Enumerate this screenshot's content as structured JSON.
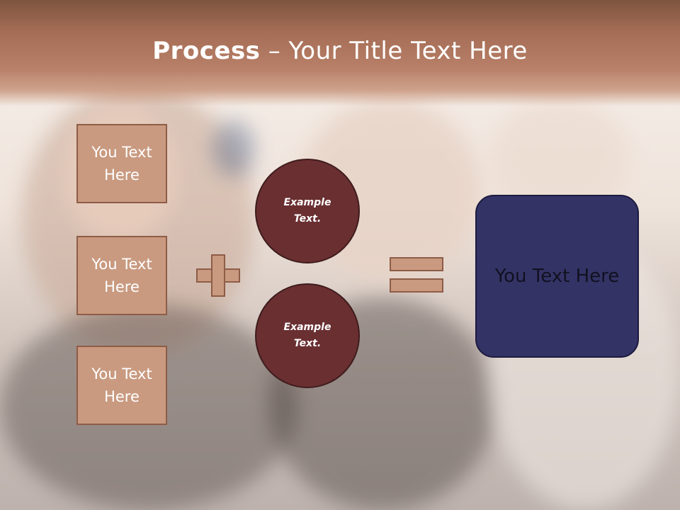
{
  "slide": {
    "title_bold": "Process",
    "title_rest": " – Your Title Text Here"
  },
  "left_boxes": [
    {
      "label": "You Text Here"
    },
    {
      "label": "You Text Here"
    },
    {
      "label": "You Text Here"
    }
  ],
  "circles": [
    {
      "label": "Example Text."
    },
    {
      "label": "Example Text."
    }
  ],
  "operators": {
    "plus": "plus-sign",
    "equals": "equals-sign"
  },
  "result": {
    "label": "You Text Here"
  },
  "colors": {
    "header": "#a56d55",
    "box_fill": "#c99a80",
    "box_border": "#8e5c47",
    "circle_fill": "#6a2f31",
    "result_fill": "#343365"
  }
}
